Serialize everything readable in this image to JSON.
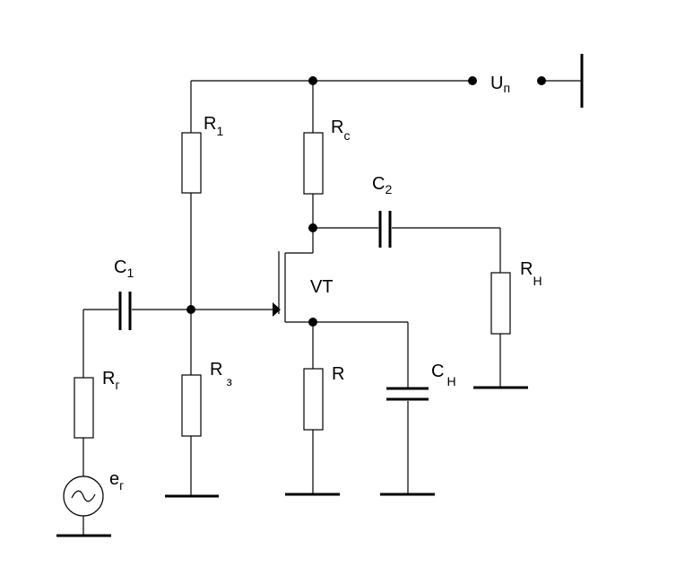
{
  "labels": {
    "r1": {
      "main": "R",
      "sub": "1"
    },
    "rc": {
      "main": "R",
      "sub": "c"
    },
    "c2": {
      "main": "C",
      "sub": "2"
    },
    "c1": {
      "main": "C",
      "sub": "1"
    },
    "vt": {
      "main": "VT"
    },
    "rh": {
      "main": "R",
      "sub": "Н"
    },
    "rg": {
      "main": "R",
      "sub": "г"
    },
    "rz": {
      "main": "R",
      "sub": "з"
    },
    "r": {
      "main": "R"
    },
    "ch": {
      "main": "C",
      "sub": "Н"
    },
    "eg": {
      "main": "e",
      "sub": "г"
    },
    "up": {
      "main": "U",
      "sub": "п"
    }
  }
}
